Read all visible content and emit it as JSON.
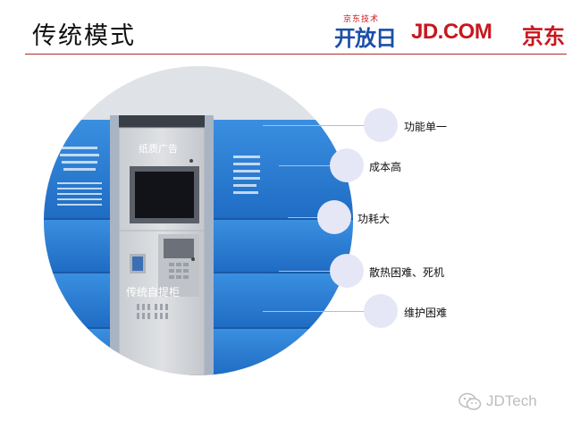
{
  "slide": {
    "title": "传统模式"
  },
  "logo": {
    "kaifang_small": "京东技术",
    "kaifang_big": "开放日",
    "jd_en": "JD.COM",
    "jd_cn": "京东"
  },
  "photo": {
    "ad_label": "纸质广告",
    "cabinet_label": "传统自提柜"
  },
  "features": [
    {
      "label": "功能单一"
    },
    {
      "label": "成本高"
    },
    {
      "label": "功耗大"
    },
    {
      "label": "散热困难、死机"
    },
    {
      "label": "维护困难"
    }
  ],
  "watermark": {
    "text": "JDTech",
    "icon": "wechat-icon"
  },
  "colors": {
    "accent_red": "#c8161d",
    "logo_blue": "#1b4fa8",
    "locker_blue": "#2b7fd2",
    "bubble": "#e5e7f6"
  }
}
